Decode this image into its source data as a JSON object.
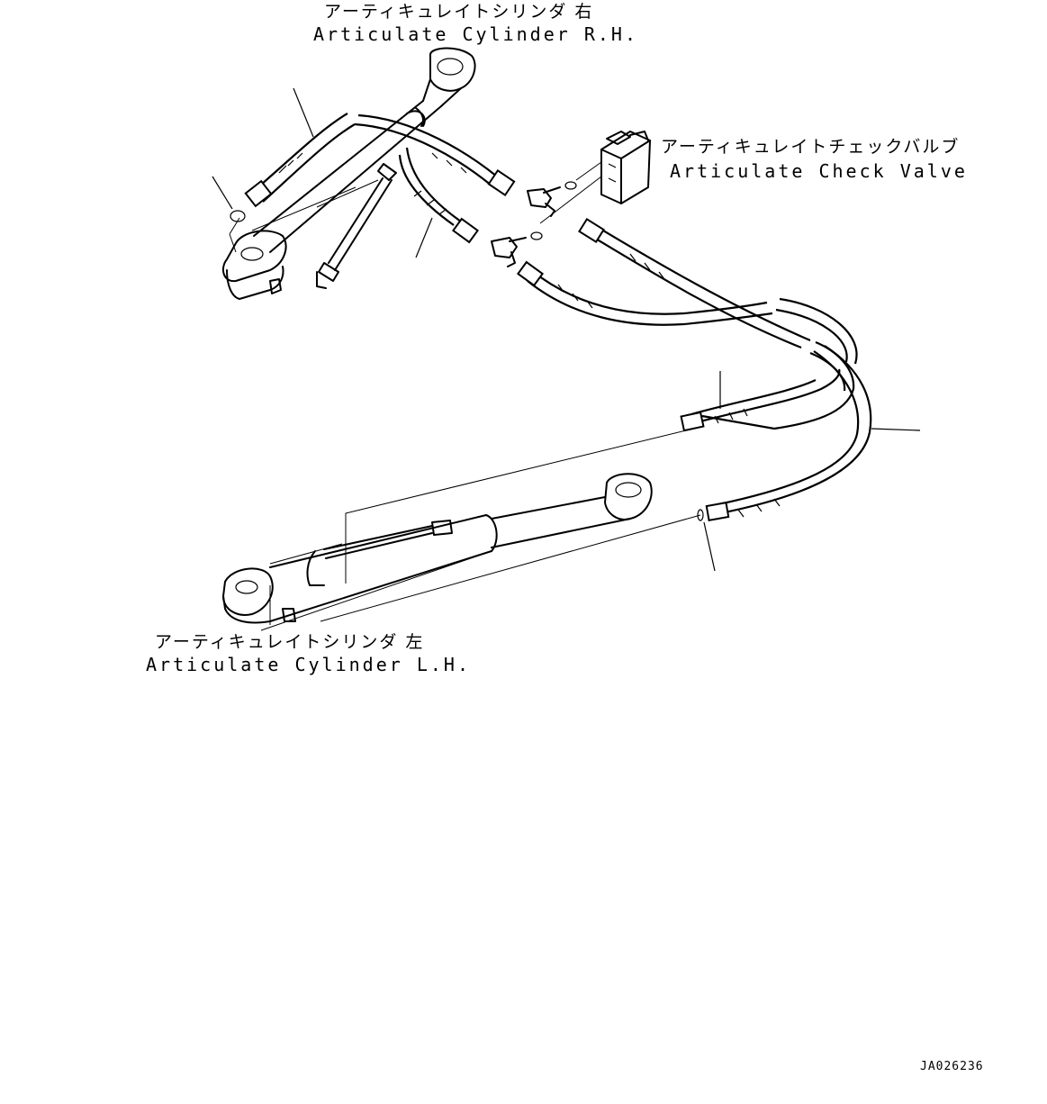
{
  "labels": {
    "cyl_rh_jp": "アーティキュレイトシリンダ 右",
    "cyl_rh_en": "Articulate Cylinder R.H.",
    "check_valve_jp": "アーティキュレイトチェックバルブ",
    "check_valve_en": "Articulate Check Valve",
    "cyl_lh_jp": "アーティキュレイトシリンダ 左",
    "cyl_lh_en": "Articulate Cylinder L.H."
  },
  "drawing_code": "JA026236"
}
